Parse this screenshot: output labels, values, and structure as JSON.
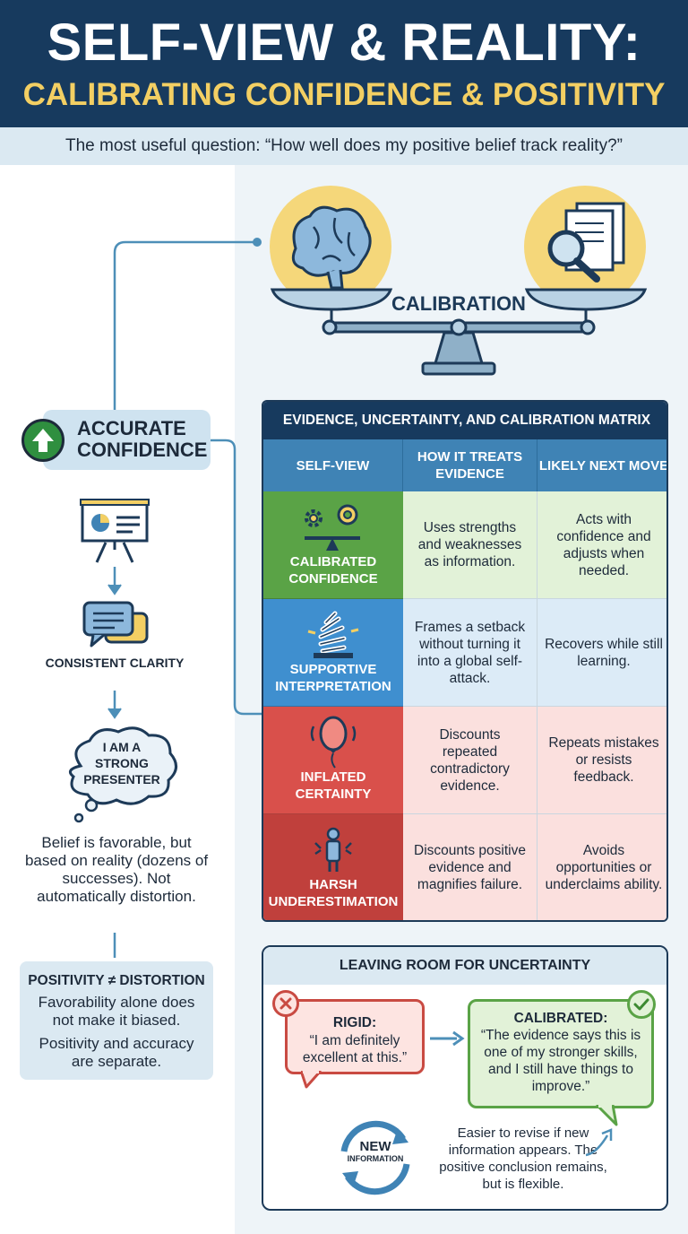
{
  "header": {
    "title": "SELF-VIEW & REALITY:",
    "subtitle": "CALIBRATING CONFIDENCE & POSITIVITY",
    "question": "The most useful question: “How well does my positive belief track reality?”"
  },
  "scale": {
    "label": "CALIBRATION",
    "left_icon": "brain-icon",
    "right_icon": "magnifier-document-icon"
  },
  "left_flow": {
    "accurate_confidence": "ACCURATE CONFIDENCE",
    "consistent_clarity": "CONSISTENT CLARITY",
    "thought": "I AM A STRONG PRESENTER",
    "description": "Belief is favorable, but based on reality (dozens of successes). Not automatically distortion.",
    "positivity_title": "POSITIVITY ≠ DISTORTION",
    "positivity_text1": "Favorability alone does not make it biased.",
    "positivity_text2": "Positivity and accuracy are separate."
  },
  "matrix": {
    "title": "EVIDENCE, UNCERTAINTY, AND CALIBRATION MATRIX",
    "headers": [
      "SELF-VIEW",
      "HOW IT TREATS EVIDENCE",
      "LIKELY NEXT MOVE"
    ],
    "rows": [
      {
        "label": "CALIBRATED CONFIDENCE",
        "evidence": "Uses strengths and weaknesses as information.",
        "next": "Acts with confidence and adjusts when needed.",
        "color": "#5aa346",
        "tint": "#e2f2d8",
        "icon": "gears-balance-icon"
      },
      {
        "label": "SUPPORTIVE INTERPRETATION",
        "evidence": "Frames a setback without turning it into a global self-attack.",
        "next": "Recovers while still learning.",
        "color": "#3f8fcf",
        "tint": "#dcebf7",
        "icon": "spring-icon"
      },
      {
        "label": "INFLATED CERTAINTY",
        "evidence": "Discounts repeated contradictory evidence.",
        "next": "Repeats mistakes or resists feedback.",
        "color": "#d9504b",
        "tint": "#fbe0de",
        "icon": "balloon-icon"
      },
      {
        "label": "HARSH UNDERESTIMATION",
        "evidence": "Discounts positive evidence and magnifies failure.",
        "next": "Avoids opportunities or underclaims ability.",
        "color": "#c0403c",
        "tint": "#fbe0de",
        "icon": "shrinking-person-icon"
      }
    ]
  },
  "uncertainty": {
    "title": "LEAVING ROOM FOR UNCERTAINTY",
    "rigid_title": "RIGID:",
    "rigid_text": "“I am definitely excellent at this.”",
    "calibrated_title": "CALIBRATED:",
    "calibrated_text": "“The evidence says this is one of my stronger skills, and I still have things to improve.”",
    "new_label1": "NEW",
    "new_label2": "INFORMATION",
    "new_text": "Easier to revise if new information appears. The positive conclusion remains, but is flexible."
  }
}
